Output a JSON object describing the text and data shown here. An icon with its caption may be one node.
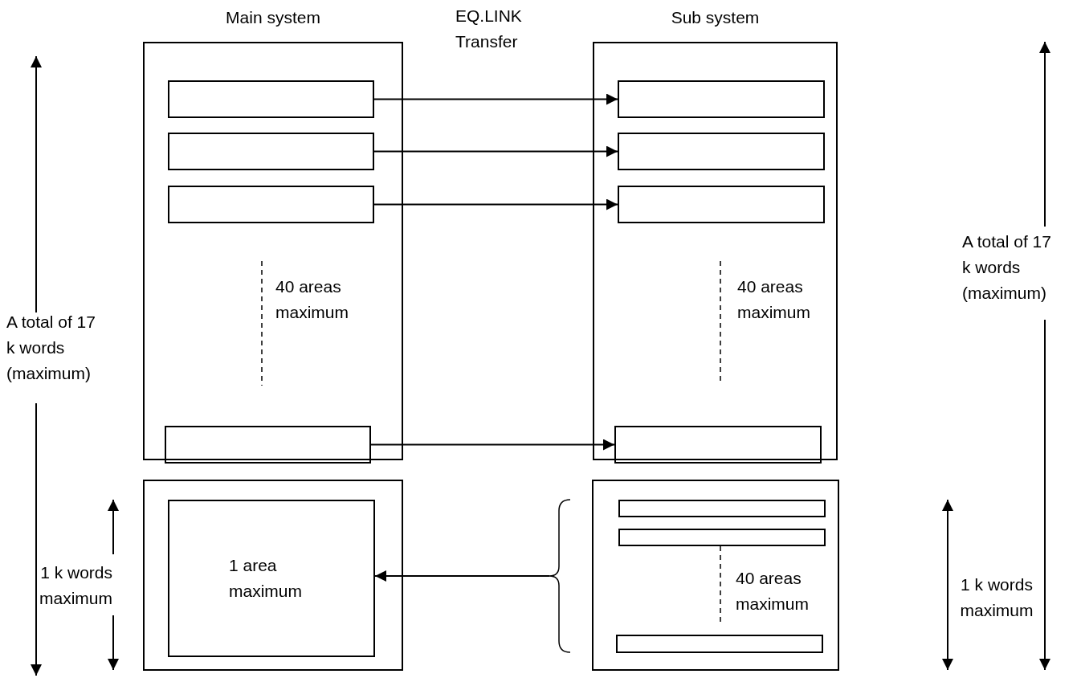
{
  "diagram": {
    "nodes": [
      {
        "text": [
          "Main system"
        ]
      },
      {
        "text": [],
        "shape": "box",
        "in": 0
      },
      {
        "text": [],
        "shape": "box",
        "in": 0
      },
      {
        "text": [],
        "shape": "box",
        "in": 0
      },
      {
        "text": [],
        "shape": "box",
        "in": 0
      },
      {
        "text": [
          "Sub system"
        ]
      },
      {
        "text": [],
        "shape": "box",
        "in": 5
      },
      {
        "text": [],
        "shape": "box",
        "in": 5
      },
      {
        "text": [],
        "shape": "box",
        "in": 5
      },
      {
        "text": [],
        "shape": "box",
        "in": 5
      },
      {
        "text": [],
        "shape": "box"
      },
      {
        "text": [
          "1 area maximum"
        ],
        "in": 10
      },
      {
        "text": [],
        "shape": "box"
      },
      {
        "text": [],
        "shape": "box",
        "in": 12
      },
      {
        "text": [],
        "shape": "box",
        "in": 12
      },
      {
        "text": [],
        "shape": "box",
        "in": 12
      }
    ],
    "edges": [
      {
        "from": 1,
        "to": 6,
        "arrow": "to"
      },
      {
        "from": 2,
        "to": 7,
        "arrow": "to"
      },
      {
        "from": 3,
        "to": 8,
        "arrow": "to"
      },
      {
        "from": 4,
        "to": 9,
        "arrow": "to"
      },
      {
        "from": 12,
        "to": 11,
        "arrow": "to"
      }
    ],
    "labels": [
      "EQ.LINK Transfer",
      "A total of 17 k words (maximum)",
      "40 areas maximum",
      "40 areas maximum",
      "A total of 17 k words (maximum)",
      "1 k words maximum",
      "40 areas maximum",
      "1 k words maximum"
    ]
  }
}
